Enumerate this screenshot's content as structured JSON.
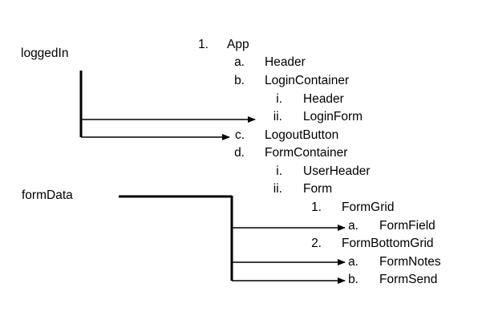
{
  "sources": {
    "loggedIn": "loggedIn",
    "formData": "formData"
  },
  "tree": [
    {
      "id": "app",
      "marker": "1.",
      "text": "App"
    },
    {
      "id": "header",
      "marker": "a.",
      "text": "Header"
    },
    {
      "id": "login-container",
      "marker": "b.",
      "text": "LoginContainer"
    },
    {
      "id": "login-header",
      "marker": "i.",
      "text": "Header"
    },
    {
      "id": "login-form",
      "marker": "ii.",
      "text": "LoginForm"
    },
    {
      "id": "logout-button",
      "marker": "c.",
      "text": "LogoutButton"
    },
    {
      "id": "form-container",
      "marker": "d.",
      "text": "FormContainer"
    },
    {
      "id": "user-header",
      "marker": "i.",
      "text": "UserHeader"
    },
    {
      "id": "form",
      "marker": "ii.",
      "text": "Form"
    },
    {
      "id": "form-grid",
      "marker": "1.",
      "text": "FormGrid"
    },
    {
      "id": "form-field",
      "marker": "a.",
      "text": "FormField"
    },
    {
      "id": "form-bottom-grid",
      "marker": "2.",
      "text": "FormBottomGrid"
    },
    {
      "id": "form-notes",
      "marker": "a.",
      "text": "FormNotes"
    },
    {
      "id": "form-send",
      "marker": "b.",
      "text": "FormSend"
    }
  ],
  "line_color": "#000000"
}
